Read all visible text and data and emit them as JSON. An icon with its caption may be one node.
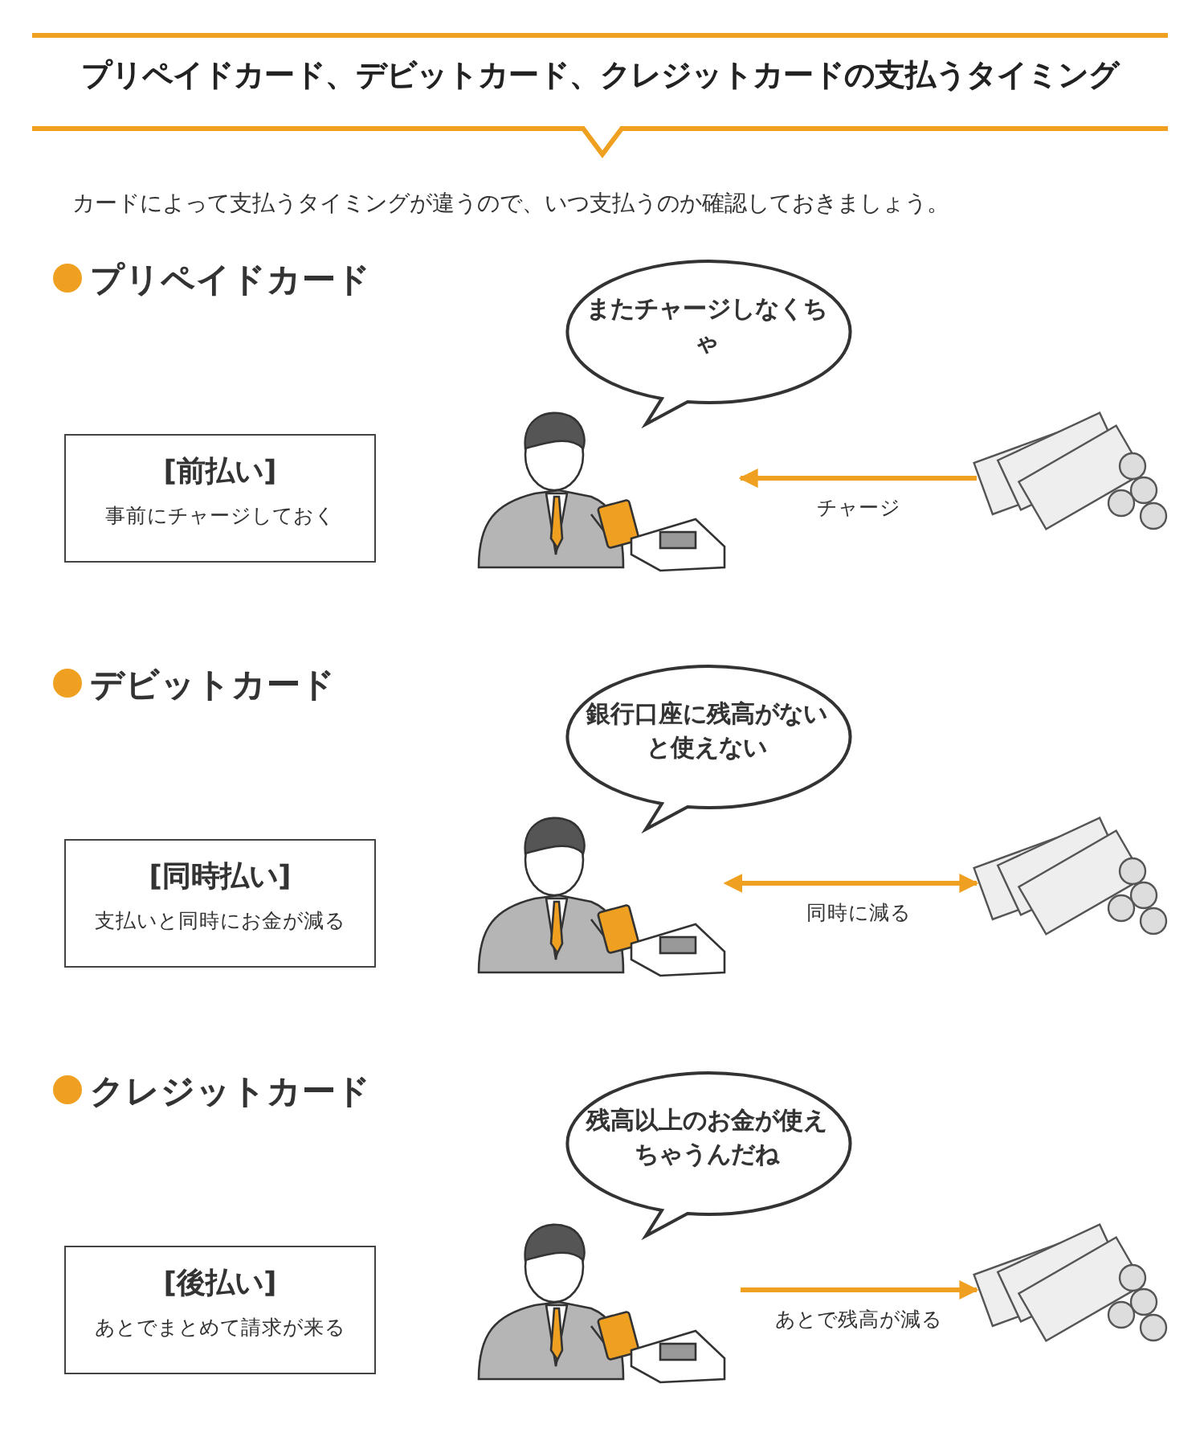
{
  "diagram": {
    "title": "プリペイドカード、デビットカード、クレジットカードの支払うタイミング",
    "nodes": [
      {
        "text": [
          "またチャージしなくちゃ"
        ]
      },
      {
        "text": [
          "[前払い]",
          "事前にチャージしておく"
        ]
      },
      {
        "text": [],
        "shape": "picture"
      },
      {
        "text": [],
        "shape": "picture"
      },
      {
        "text": [
          "銀行口座に残高がないと使えない"
        ]
      },
      {
        "text": [
          "[同時払い]",
          "支払いと同時にお金が減る"
        ]
      },
      {
        "text": [],
        "shape": "picture"
      },
      {
        "text": [],
        "shape": "picture"
      },
      {
        "text": [
          "残高以上のお金が使えちゃうんだね"
        ]
      },
      {
        "text": [
          "[後払い]",
          "あとでまとめて請求が来る"
        ]
      },
      {
        "text": [],
        "shape": "picture"
      },
      {
        "text": [],
        "shape": "picture"
      }
    ],
    "edges": [
      {
        "from": 3,
        "to": 2,
        "arrow": "to",
        "label": "チャージ"
      },
      {
        "from": 6,
        "to": 7,
        "arrow": "both",
        "label": "同時に減る"
      },
      {
        "from": 10,
        "to": 11,
        "arrow": "to",
        "label": "あとで残高が減る"
      }
    ],
    "labels": [
      "カードによって支払うタイミングが違うので、いつ支払うのか確認しておきましょう。",
      "プリペイドカード",
      "デビットカード",
      "クレジットカード"
    ]
  }
}
